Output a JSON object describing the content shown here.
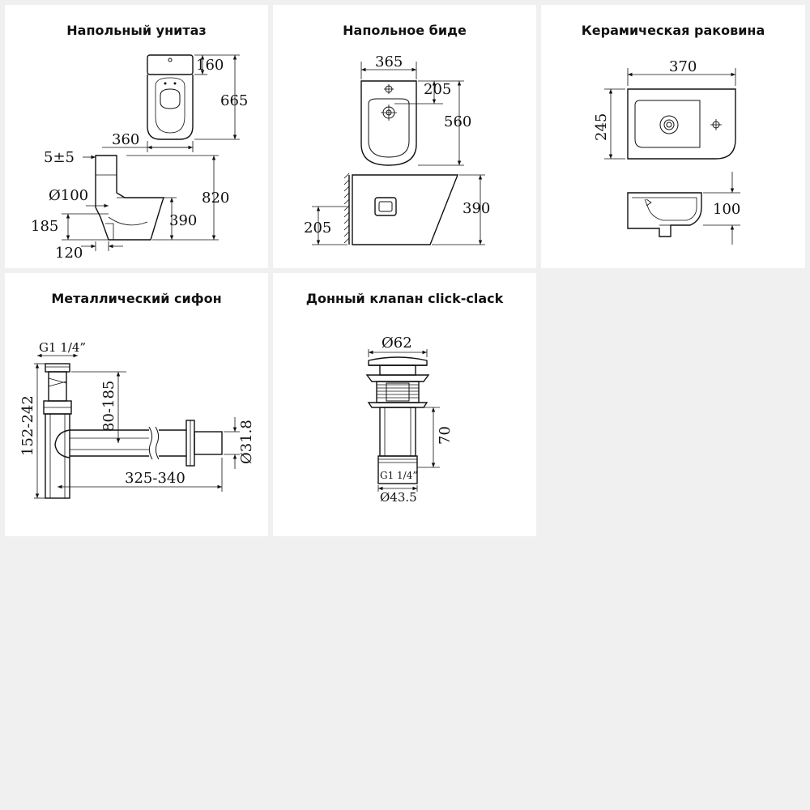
{
  "panels": {
    "toilet": {
      "title": "Напольный унитаз",
      "dims": {
        "d160": "160",
        "d665": "665",
        "d360": "360",
        "d5": "5±5",
        "d100": "Ø100",
        "d820": "820",
        "d390": "390",
        "d185": "185",
        "d120": "120"
      }
    },
    "bidet": {
      "title": "Напольное биде",
      "dims": {
        "d365": "365",
        "d205a": "205",
        "d560": "560",
        "d390": "390",
        "d205b": "205"
      }
    },
    "sink": {
      "title": "Керамическая раковина",
      "dims": {
        "d370": "370",
        "d245": "245",
        "d100": "100"
      }
    },
    "siphon": {
      "title": "Металлический сифон",
      "dims": {
        "g114": "G1 1/4”",
        "d80": "80-185",
        "d152": "152-242",
        "d318": "Ø31.8",
        "d325": "325-340"
      }
    },
    "valve": {
      "title": "Донный клапан click-clack",
      "dims": {
        "d62": "Ø62",
        "d70": "70",
        "g114": "G1 1/4”",
        "d435": "Ø43.5"
      }
    }
  },
  "colors": {
    "background": "#f0f0f0",
    "card": "#ffffff",
    "ink": "#111111"
  }
}
